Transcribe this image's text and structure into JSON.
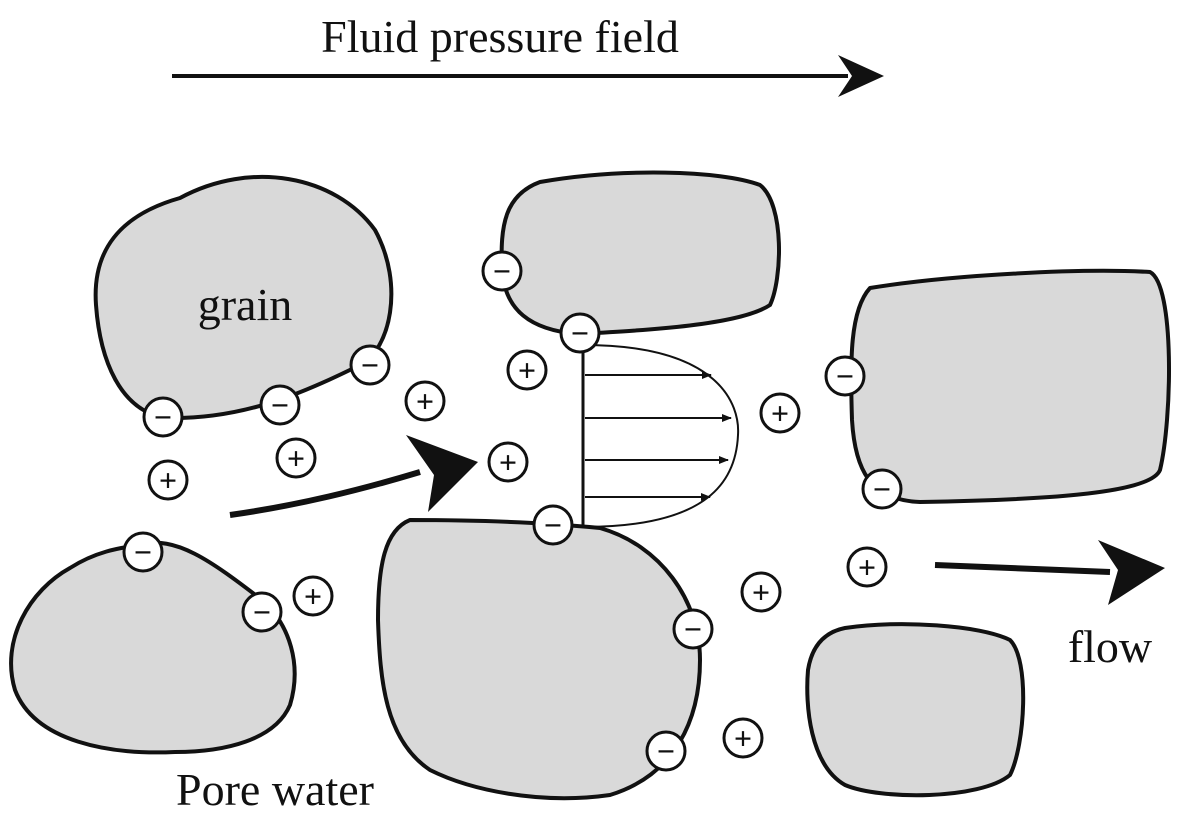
{
  "title": "Fluid pressure field",
  "labels": {
    "grain": "grain",
    "pore_water": "Pore water",
    "flow": "flow"
  },
  "ions": {
    "negative_symbol": "−",
    "positive_symbol": "+"
  },
  "colors": {
    "grain_fill": "#d9d9d9",
    "outline": "#111111",
    "background": "#ffffff"
  }
}
